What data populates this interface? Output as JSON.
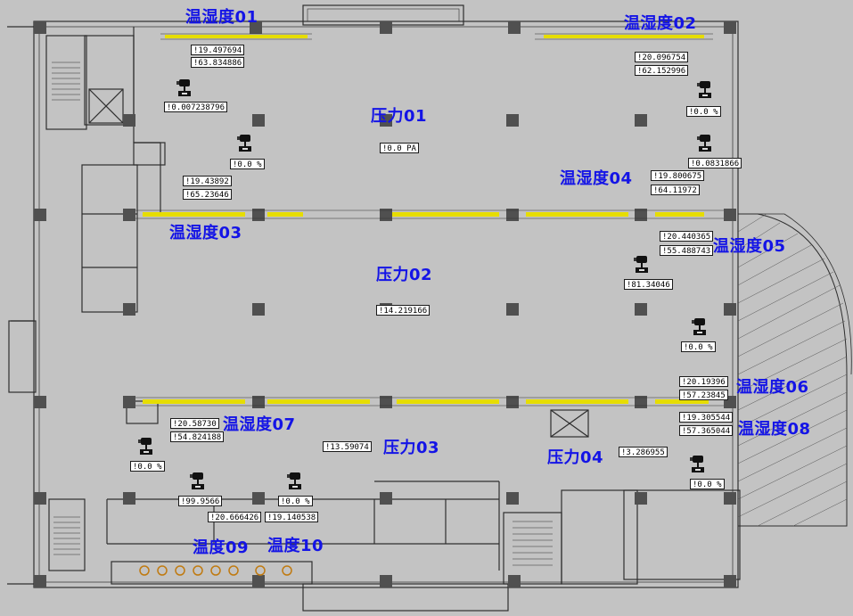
{
  "colors": {
    "background": "#c3c3c3",
    "zone_label": "#1414e6",
    "wall": "#2e2e2e",
    "light": "#e6dd00"
  },
  "zones": [
    {
      "id": "wsd01",
      "label": "温湿度01"
    },
    {
      "id": "wsd02",
      "label": "温湿度02"
    },
    {
      "id": "yl01",
      "label": "压力01"
    },
    {
      "id": "wsd04",
      "label": "温湿度04"
    },
    {
      "id": "wsd03",
      "label": "温湿度03"
    },
    {
      "id": "wsd05",
      "label": "温湿度05"
    },
    {
      "id": "yl02",
      "label": "压力02"
    },
    {
      "id": "wsd06",
      "label": "温湿度06"
    },
    {
      "id": "wsd07",
      "label": "温湿度07"
    },
    {
      "id": "yl03",
      "label": "压力03"
    },
    {
      "id": "wsd08",
      "label": "温湿度08"
    },
    {
      "id": "yl04",
      "label": "压力04"
    },
    {
      "id": "wd09",
      "label": "温度09"
    },
    {
      "id": "wd10",
      "label": "温度10"
    }
  ],
  "readings": [
    {
      "id": "r1",
      "text": "!19.497694"
    },
    {
      "id": "r2",
      "text": "!63.834886"
    },
    {
      "id": "r3",
      "text": "!20.096754"
    },
    {
      "id": "r4",
      "text": "!62.152996"
    },
    {
      "id": "r5",
      "text": "!0.007238796"
    },
    {
      "id": "r6",
      "text": "!0.0  %"
    },
    {
      "id": "r7",
      "text": "!0.0  PA"
    },
    {
      "id": "r8",
      "text": "!0.0  %"
    },
    {
      "id": "r9",
      "text": "!0.0831866"
    },
    {
      "id": "r10",
      "text": "!19.43892"
    },
    {
      "id": "r11",
      "text": "!65.23646"
    },
    {
      "id": "r12",
      "text": "!19.800675"
    },
    {
      "id": "r13",
      "text": "!64.11972"
    },
    {
      "id": "r14",
      "text": "!20.440365"
    },
    {
      "id": "r15",
      "text": "!55.488743"
    },
    {
      "id": "r16",
      "text": "!81.34046"
    },
    {
      "id": "r17",
      "text": "!14.219166"
    },
    {
      "id": "r18",
      "text": "!0.0  %"
    },
    {
      "id": "r19",
      "text": "!20.19396"
    },
    {
      "id": "r20",
      "text": "!57.23845"
    },
    {
      "id": "r21",
      "text": "!20.58730"
    },
    {
      "id": "r22",
      "text": "!54.824188"
    },
    {
      "id": "r23",
      "text": "!19.305544"
    },
    {
      "id": "r24",
      "text": "!57.365044"
    },
    {
      "id": "r25",
      "text": "!13.59074"
    },
    {
      "id": "r26",
      "text": "!0.0  %"
    },
    {
      "id": "r27",
      "text": "!3.286955"
    },
    {
      "id": "r28",
      "text": "!0.0  %"
    },
    {
      "id": "r29",
      "text": "!99.9566"
    },
    {
      "id": "r30",
      "text": "!0.0  %"
    },
    {
      "id": "r31",
      "text": "!20.666426"
    },
    {
      "id": "r32",
      "text": "!19.140538"
    }
  ],
  "sensors": [
    {
      "id": "cam-1",
      "icon": "sensor-icon"
    },
    {
      "id": "cam-2",
      "icon": "sensor-icon"
    },
    {
      "id": "cam-3",
      "icon": "sensor-icon"
    },
    {
      "id": "cam-4",
      "icon": "sensor-icon"
    },
    {
      "id": "cam-5",
      "icon": "sensor-icon"
    },
    {
      "id": "cam-6",
      "icon": "sensor-icon"
    },
    {
      "id": "cam-7",
      "icon": "sensor-icon"
    },
    {
      "id": "cam-8",
      "icon": "sensor-icon"
    },
    {
      "id": "cam-9",
      "icon": "sensor-icon"
    },
    {
      "id": "cam-10",
      "icon": "sensor-icon"
    },
    {
      "id": "cam-11",
      "icon": "sensor-icon"
    }
  ]
}
